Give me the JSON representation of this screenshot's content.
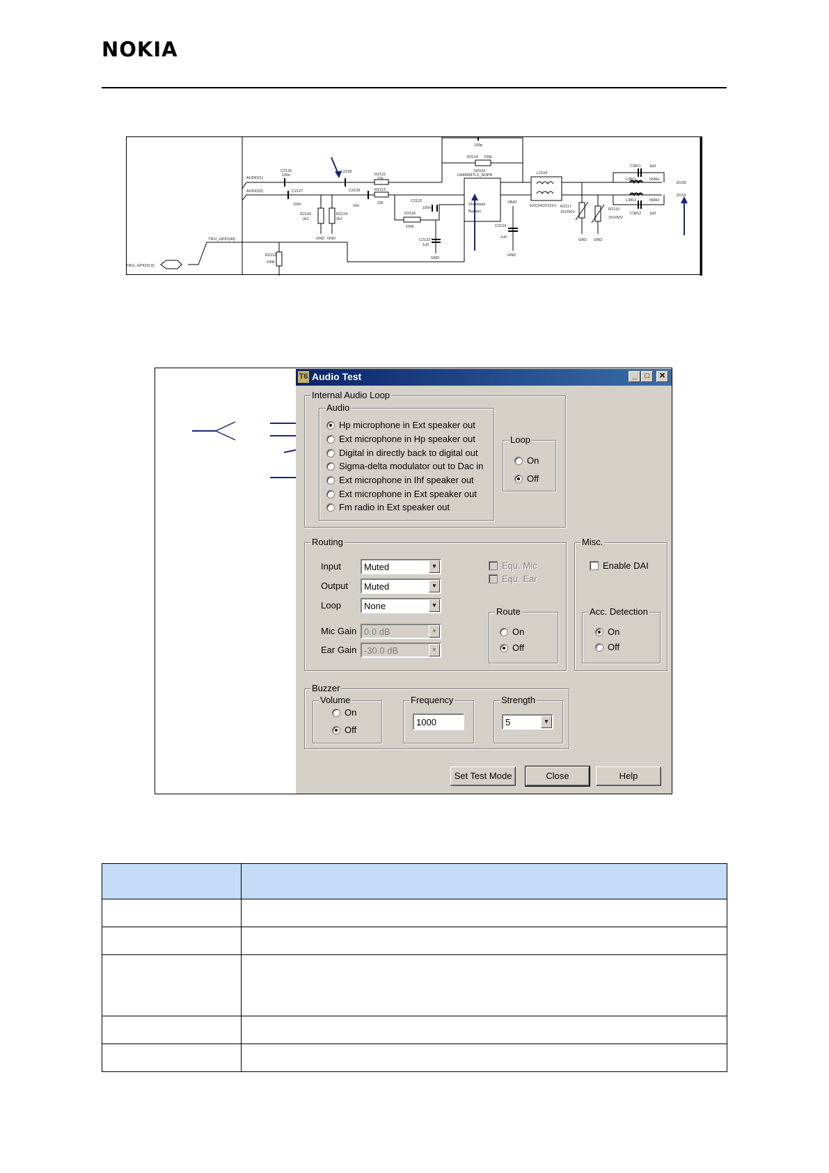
{
  "header": {
    "logo": "NOKIA"
  },
  "schematic": {
    "labels": {
      "audio1": "AUDIO(1)",
      "audio0": "AUDIO(0)",
      "c2126": "C2126",
      "c2126v": "100n",
      "c2127": "C2127",
      "c2127v": "100n",
      "c2128": "C2128",
      "c2129": "C2129",
      "c2129v": "10n",
      "r2115": "R2115",
      "r2115v": "22k",
      "r2113": "R2113",
      "r2113v": "22k",
      "r2120": "R2120",
      "r2120v": "2k2",
      "r2124": "R2124",
      "r2124v": "2k2",
      "gnd": "GND",
      "c2122": "C2122",
      "c2122v": "100n",
      "r2118": "R2118",
      "r2118v": "100k",
      "c2123": "C2123",
      "c2123v": "1u0",
      "c100p": "100p",
      "r2114": "R2114",
      "r2114v": "100k",
      "n2103": "N2103",
      "n2103v": "LM4890ITLX_NOPB",
      "shutdown": "Shutdown",
      "bypass": "Bypass",
      "vbat": "VBAT",
      "c2124": "C2124",
      "c2124v": "1u0",
      "l2104": "L2104",
      "l2104v": "EXC24CP221U",
      "r2117": "R2117",
      "r2117v": "15V/50V",
      "r2119": "R2119",
      "r2119v": "15V/50V",
      "c3811": "C3811",
      "c3811v": "1p0",
      "l3811": "L3811",
      "l3811v": "5N6H",
      "l3812": "L3812",
      "l3812v": "5N6H",
      "c3812": "C3812",
      "c3812v": "1p0",
      "x2100": "J2100",
      "x2101": "J2101",
      "tikugpio": "TIKU_GPIO(44)",
      "tikugpio2": "TIKU_GPIO(0:0)",
      "r2112": "R2112",
      "r2112v": "100k"
    }
  },
  "dialog": {
    "title": "Audio Test",
    "title_icon": "T6",
    "controls": {
      "minimize": "_",
      "maximize": "□",
      "close": "✕"
    },
    "internal_audio_loop": {
      "title": "Internal Audio Loop",
      "audio": {
        "title": "Audio",
        "options": [
          {
            "label": "Hp microphone in Ext speaker out",
            "selected": true
          },
          {
            "label": "Ext microphone in Hp speaker out",
            "selected": false
          },
          {
            "label": "Digital in directly back to digital out",
            "selected": false
          },
          {
            "label": "Sigma-delta modulator out to Dac in",
            "selected": false
          },
          {
            "label": "Ext microphone in Ihf speaker out",
            "selected": false
          },
          {
            "label": "Ext microphone in Ext speaker out",
            "selected": false
          },
          {
            "label": "Fm radio in Ext speaker out",
            "selected": false
          }
        ]
      },
      "loop": {
        "title": "Loop",
        "on": "On",
        "off": "Off",
        "selected": "Off"
      }
    },
    "routing": {
      "title": "Routing",
      "input_label": "Input",
      "input_value": "Muted",
      "output_label": "Output",
      "output_value": "Muted",
      "loop_label": "Loop",
      "loop_value": "None",
      "mic_gain_label": "Mic Gain",
      "mic_gain_value": "0.0 dB",
      "ear_gain_label": "Ear Gain",
      "ear_gain_value": "-30.0 dB",
      "equ_mic": "Equ. Mic",
      "equ_ear": "Equ. Ear",
      "route": {
        "title": "Route",
        "on": "On",
        "off": "Off",
        "selected": "Off"
      }
    },
    "misc": {
      "title": "Misc.",
      "enable_dai": "Enable DAI",
      "acc_detection": {
        "title": "Acc. Detection",
        "on": "On",
        "off": "Off",
        "selected": "On"
      }
    },
    "buzzer": {
      "title": "Buzzer",
      "volume": {
        "title": "Volume",
        "on": "On",
        "off": "Off",
        "selected": "Off"
      },
      "frequency": {
        "title": "Frequency",
        "value": "1000"
      },
      "strength": {
        "title": "Strength",
        "value": "5"
      }
    },
    "buttons": {
      "set_test_mode": "Set Test Mode",
      "close": "Close",
      "help": "Help"
    }
  },
  "colors": {
    "titlebar": "#0a246a",
    "dialog_bg": "#d4d0c8",
    "table_header": "#c5dcf8",
    "arrow": "#1a237e"
  }
}
